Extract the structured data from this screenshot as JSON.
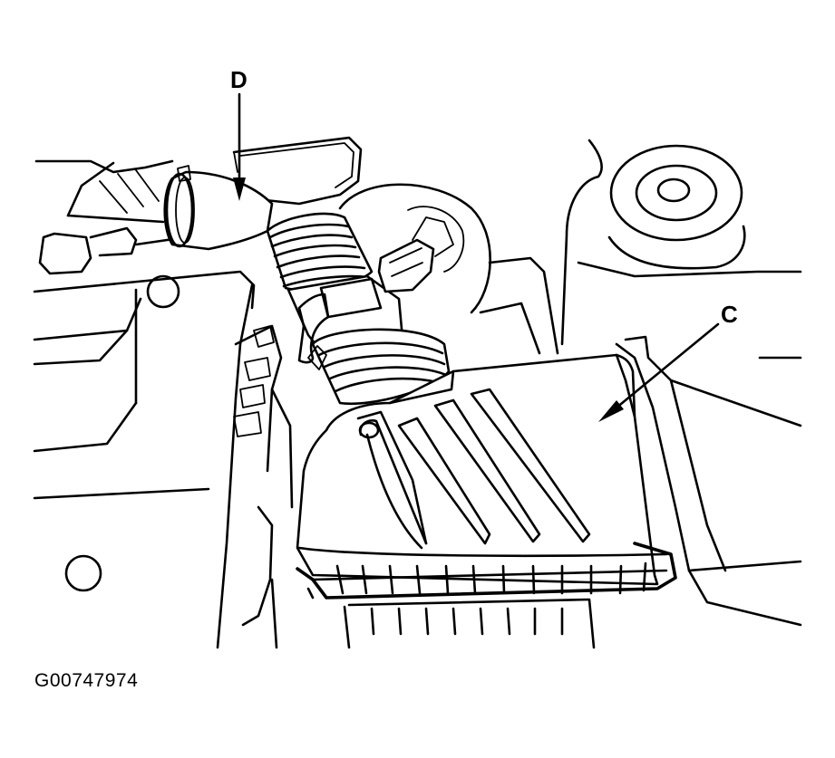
{
  "callouts": {
    "d": {
      "letter": "D",
      "part": "air-intake-hose"
    },
    "c": {
      "letter": "C",
      "part": "air-cleaner-cover"
    }
  },
  "figure": {
    "id": "G00747974"
  },
  "colors": {
    "ink": "#000000",
    "paper": "#ffffff"
  }
}
